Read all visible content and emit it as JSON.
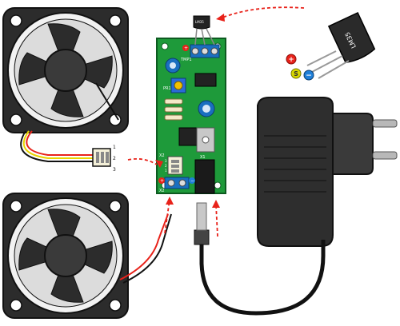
{
  "sensor": {
    "chip_label": "LM35",
    "body_label": "LM35"
  },
  "board": {
    "connector_tmp1": "TMP1",
    "pot_label": "PR1",
    "terminal_x2_top": "X2",
    "terminal_x2_bottom": "X2",
    "terminal_x1": "X1",
    "fan_header_pins": [
      "3",
      "2",
      "1"
    ]
  },
  "fan_cable_pins": [
    "1",
    "2",
    "3"
  ],
  "legend": {
    "plus": "+",
    "minus": "−",
    "signal": "S"
  },
  "colors": {
    "pcb": "#1e9a3a",
    "arrow": "#e8221a",
    "plus": "#e8221a",
    "minus": "#1f7fd8",
    "signal": "#d8d800",
    "adapter": "#2e2e2e"
  }
}
